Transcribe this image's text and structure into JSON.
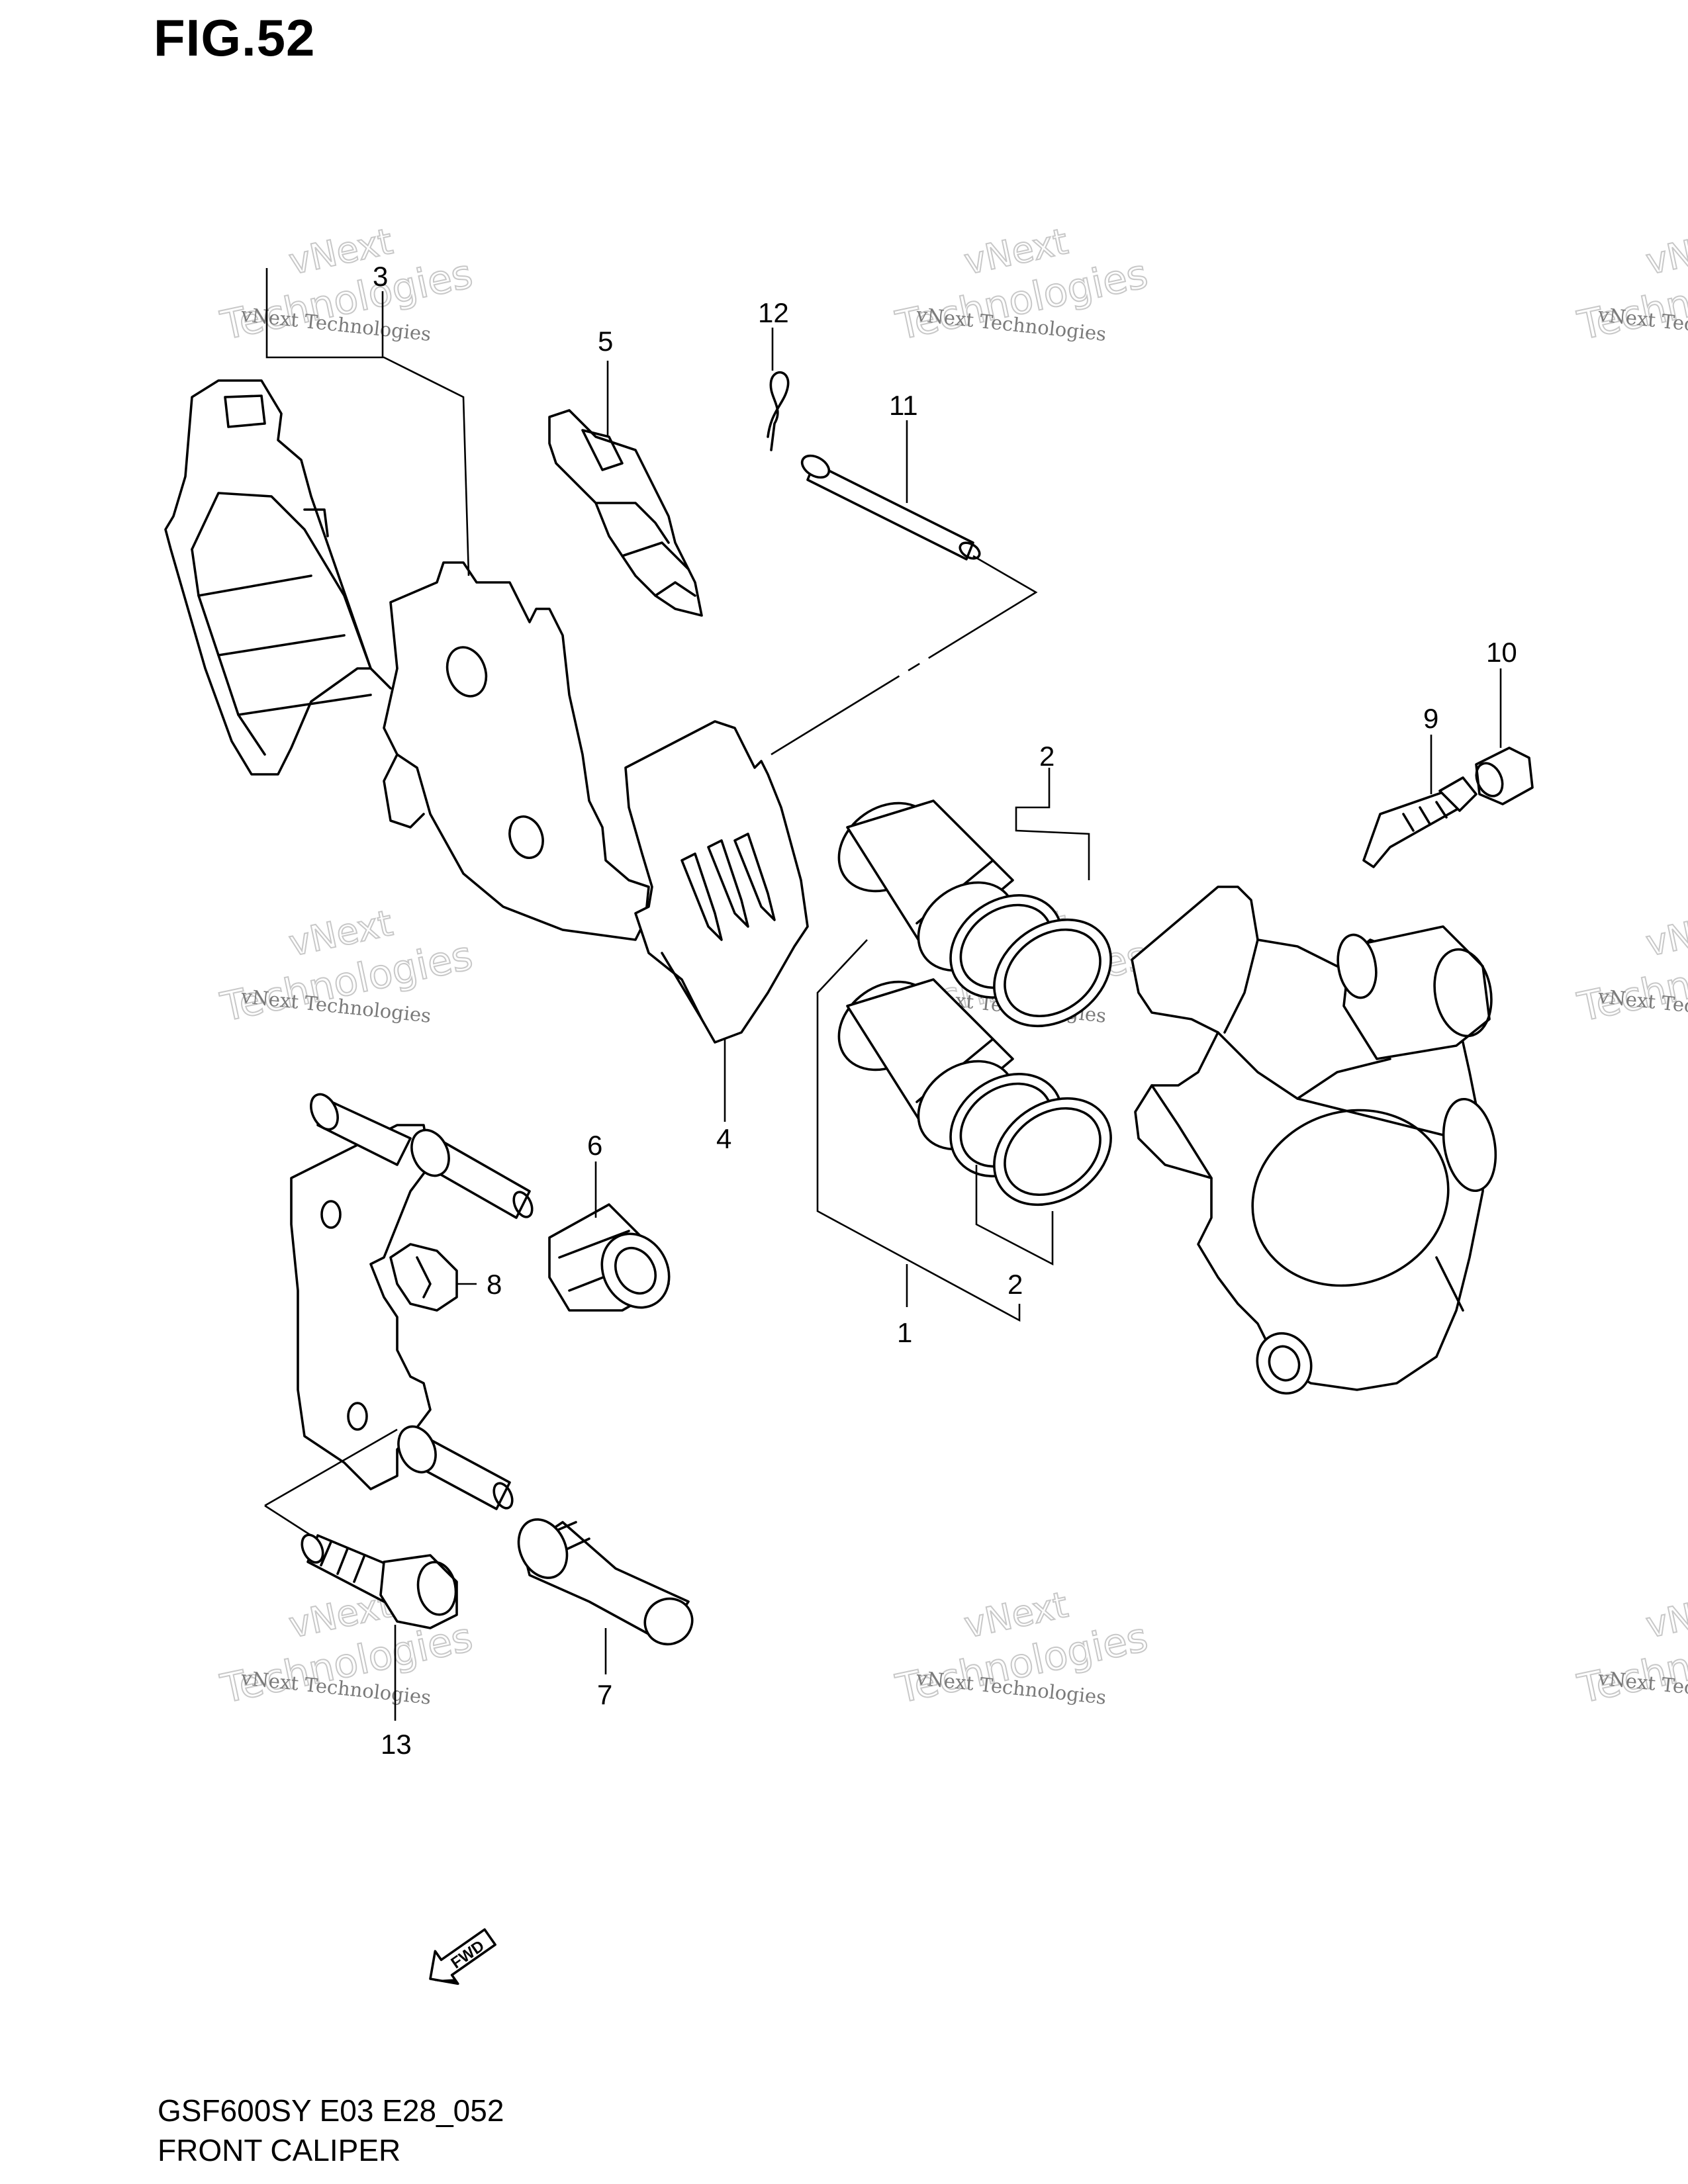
{
  "figure": {
    "title": "FIG.52",
    "model_code": "GSF600SY E03 E28_052",
    "caption": "FRONT CALIPER"
  },
  "fwd_label": "FWD",
  "watermark": {
    "small": "vNext Technologies",
    "large_top": "vNext",
    "large_bottom": "Technologies"
  },
  "callouts": [
    {
      "id": "c1",
      "label": "1"
    },
    {
      "id": "c2a",
      "label": "2"
    },
    {
      "id": "c2b",
      "label": "2"
    },
    {
      "id": "c3",
      "label": "3"
    },
    {
      "id": "c4",
      "label": "4"
    },
    {
      "id": "c5",
      "label": "5"
    },
    {
      "id": "c6",
      "label": "6"
    },
    {
      "id": "c7",
      "label": "7"
    },
    {
      "id": "c8",
      "label": "8"
    },
    {
      "id": "c9",
      "label": "9"
    },
    {
      "id": "c10",
      "label": "10"
    },
    {
      "id": "c11",
      "label": "11"
    },
    {
      "id": "c12",
      "label": "12"
    },
    {
      "id": "c13",
      "label": "13"
    }
  ]
}
